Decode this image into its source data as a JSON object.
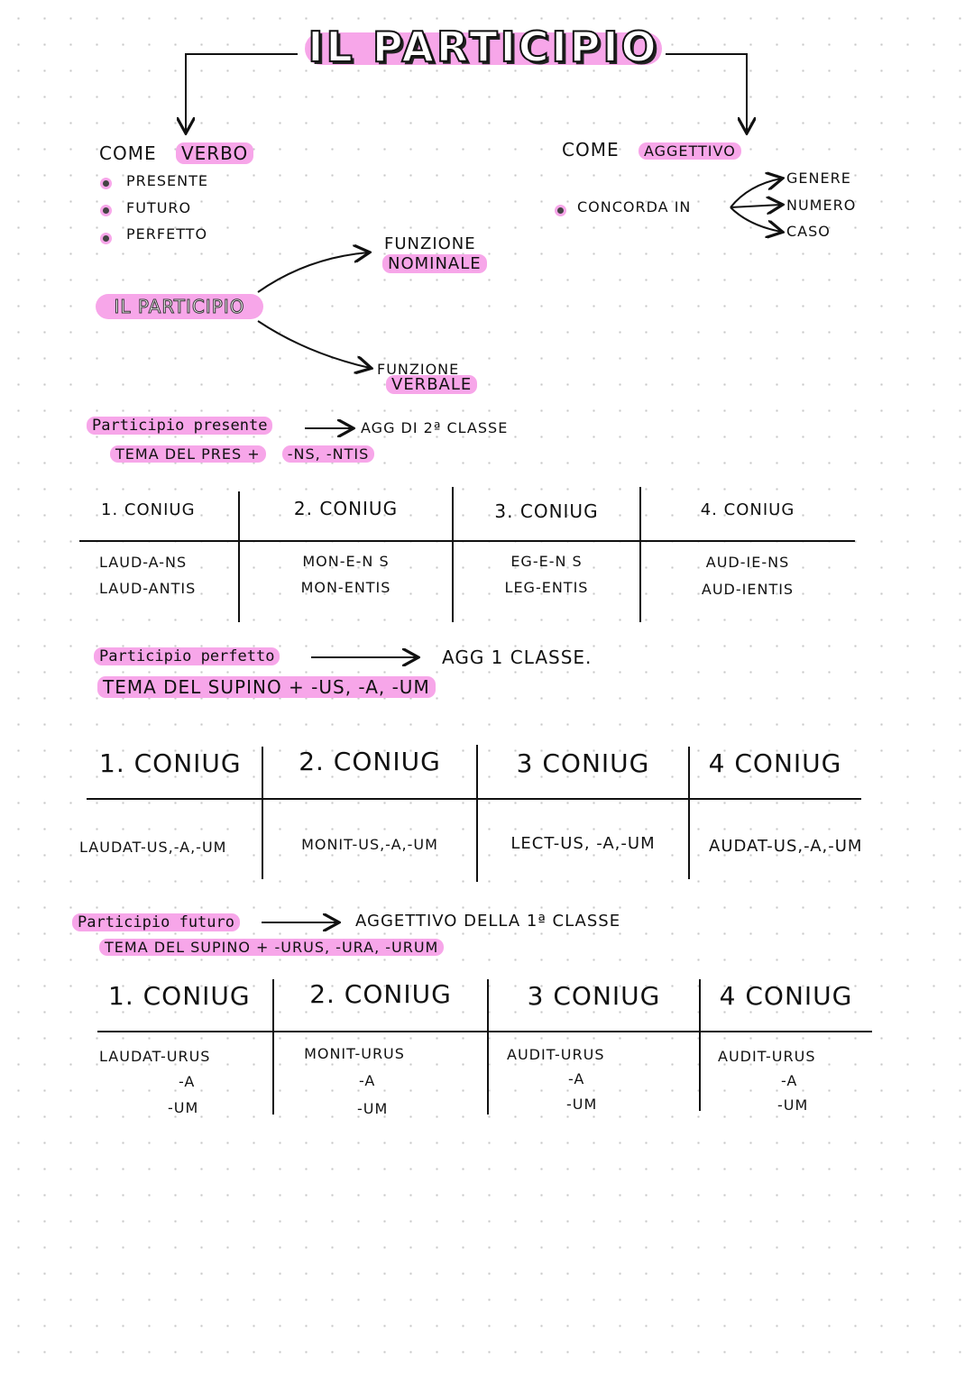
{
  "title": "IL PARTICIPIO",
  "come_verbo": {
    "label_prefix": "COME",
    "label_main": "VERBO",
    "items": [
      "PRESENTE",
      "FUTURO",
      "PERFETTO"
    ]
  },
  "come_aggettivo": {
    "label_prefix": "COME",
    "label_main": "AGGETTIVO",
    "concorda_label": "CONCORDA IN",
    "branches": [
      "GENERE",
      "NUMERO",
      "CASO"
    ]
  },
  "center": {
    "pill_label": "IL PARTICIPIO",
    "funzione_nominale": [
      "FUNZIONE",
      "NOMINALE"
    ],
    "funzione_verbale": [
      "FUNZIONE",
      "VERBALE"
    ]
  },
  "presente": {
    "heading": "Participio presente",
    "arrow_text": "AGG DI 2ª CLASSE",
    "rule_stem": "TEMA DEL PRES +",
    "rule_endings": "-NS, -NTIS",
    "headers": [
      "1. CONIUG",
      "2. CONIUG",
      "3. CONIUG",
      "4. CONIUG"
    ],
    "rows": [
      [
        "LAUD-A-NS",
        "MON-E-N S",
        "EG-E-N S",
        "AUD-IE-NS"
      ],
      [
        "LAUD-ANTIS",
        "MON-ENTIS",
        "LEG-ENTIS",
        "AUD-IENTIS"
      ]
    ]
  },
  "perfetto": {
    "heading": "Participio perfetto",
    "arrow_text": "AGG 1 CLASSE.",
    "rule": "TEMA DEL SUPINO + -US, -A, -UM",
    "headers": [
      "1. CONIUG",
      "2. CONIUG",
      "3 CONIUG",
      "4 CONIUG"
    ],
    "cells": [
      "LAUDAT-US,-A,-UM",
      "MONIT-US,-A,-UM",
      "LECT-US, -A,-UM",
      "AUDAT-US,-A,-UM"
    ]
  },
  "futuro": {
    "heading": "Participio futuro",
    "arrow_text": "AGGETTIVO DELLA 1ª CLASSE",
    "rule": "TEMA DEL SUPINO + -URUS, -URA, -URUM",
    "headers": [
      "1. CONIUG",
      "2. CONIUG",
      "3 CONIUG",
      "4 CONIUG"
    ],
    "cells": [
      [
        "LAUDAT-URUS",
        "-A",
        "-UM"
      ],
      [
        "MONIT-URUS",
        "-A",
        "-UM"
      ],
      [
        "AUDIT-URUS",
        "-A",
        "-UM"
      ],
      [
        "AUDIT-URUS",
        "-A",
        "-UM"
      ]
    ]
  },
  "colors": {
    "highlight": "#f7a6e9",
    "ink": "#111111",
    "dot_grid": "#c8c8c8"
  }
}
